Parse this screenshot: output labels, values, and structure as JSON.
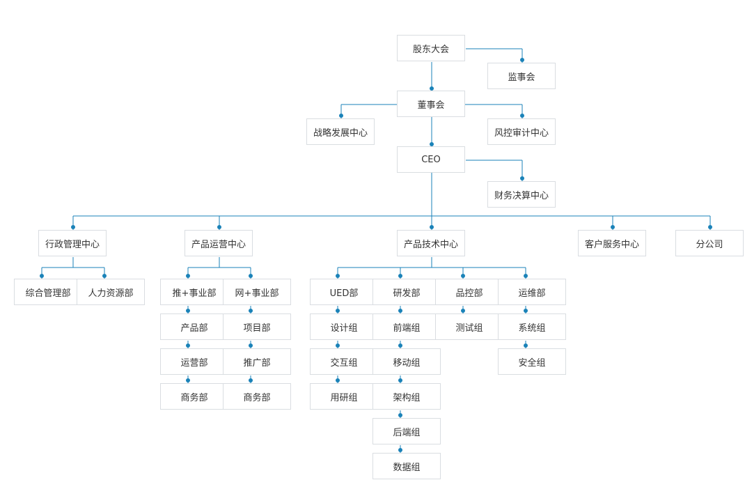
{
  "org": {
    "shareholders": "股东大会",
    "supervisors": "监事会",
    "board": "董事会",
    "strategy": "战略发展中心",
    "risk_audit": "风控审计中心",
    "ceo": "CEO",
    "finance": "财务决算中心",
    "admin_center": "行政管理中心",
    "product_ops_center": "产品运营中心",
    "product_tech_center": "产品技术中心",
    "customer_service_center": "客户服务中心",
    "branch": "分公司",
    "general_admin": "综合管理部",
    "hr": "人力资源部",
    "tui_division": "推+事业部",
    "tui_product": "产品部",
    "tui_ops": "运营部",
    "tui_business": "商务部",
    "wang_division": "网+事业部",
    "wang_project": "项目部",
    "wang_promotion": "推广部",
    "wang_business": "商务部",
    "ued": "UED部",
    "ued_design": "设计组",
    "ued_interaction": "交互组",
    "ued_research": "用研组",
    "rd": "研发部",
    "rd_frontend": "前端组",
    "rd_mobile": "移动组",
    "rd_arch": "架构组",
    "rd_backend": "后端组",
    "rd_data": "数据组",
    "qa": "品控部",
    "qa_test": "测试组",
    "ops": "运维部",
    "ops_system": "系统组",
    "ops_security": "安全组"
  },
  "colors": {
    "line": "#1a82b8",
    "border": "#d9dde1",
    "text": "#333333"
  }
}
